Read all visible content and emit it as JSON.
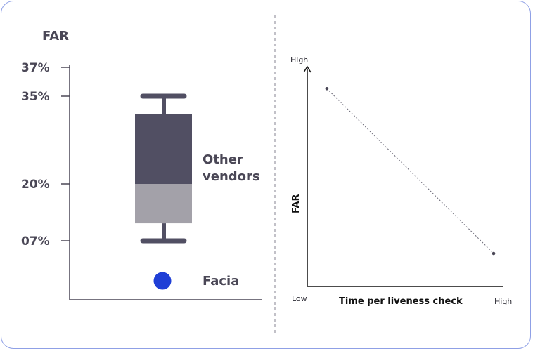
{
  "chart_data": [
    {
      "type": "box",
      "ylabel": "FAR",
      "y_ticks": [
        "37%",
        "35%",
        "20%",
        "07%"
      ],
      "y_tick_values": [
        37,
        35,
        20,
        7
      ],
      "series": [
        {
          "name": "Other vendors",
          "label_lines": [
            "Other",
            "vendors"
          ],
          "whisker_low": 7,
          "q1": 11,
          "median": 20,
          "q3": 32,
          "whisker_high": 35
        },
        {
          "name": "Facia",
          "value": 1
        }
      ],
      "colors": {
        "box_upper": "#514f63",
        "box_lower": "#a3a1a9",
        "facia": "#1f3fd6",
        "axis": "#4a4756"
      }
    },
    {
      "type": "line",
      "xlabel": "Time per liveness check",
      "ylabel": "FAR",
      "x_ticks": [
        "Low",
        "High"
      ],
      "y_ticks": [
        "High"
      ],
      "points": [
        {
          "x": 0.1,
          "y": 0.9
        },
        {
          "x": 0.95,
          "y": 0.15
        }
      ],
      "line_style": "dotted"
    }
  ]
}
